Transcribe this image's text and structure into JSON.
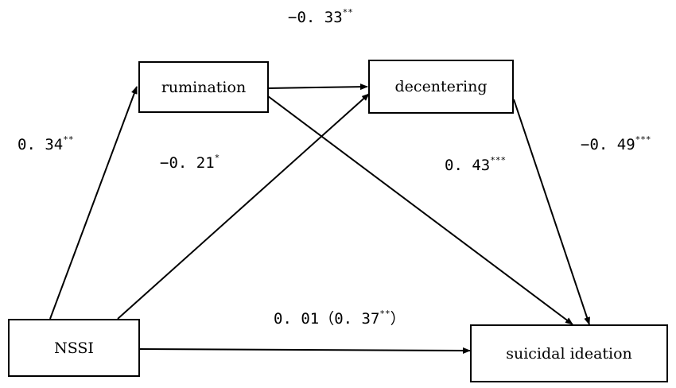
{
  "colors": {
    "line": "#000000",
    "background": "#ffffff"
  },
  "nodes": {
    "rumination": "rumination",
    "decentering": "decentering",
    "nssi": "NSSI",
    "suicidal": "suicidal ideation"
  },
  "paths": {
    "rumination_decentering": {
      "value": "−0. 33",
      "stars": "**"
    },
    "nssi_rumination": {
      "value": "0. 34",
      "stars": "**"
    },
    "nssi_decentering": {
      "value": "−0. 21",
      "stars": "*"
    },
    "rumination_suicidal": {
      "value": "0. 43",
      "stars": "***"
    },
    "decentering_suicidal": {
      "value": "−0. 49",
      "stars": "***"
    },
    "nssi_suicidal": {
      "value": "0. 01（0. 37",
      "stars": "**",
      "close": "）"
    }
  }
}
